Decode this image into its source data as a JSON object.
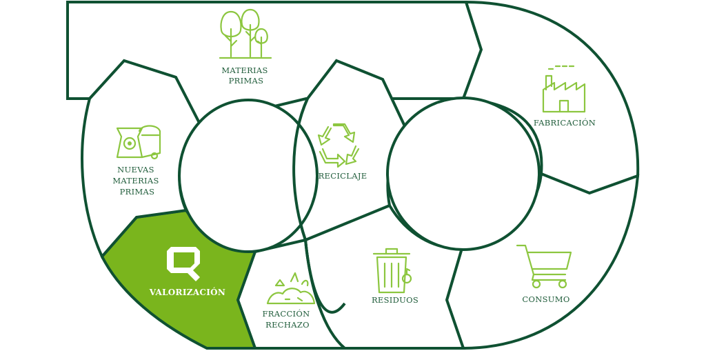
{
  "colors": {
    "outline": "#0f5132",
    "label": "#1f5c3a",
    "icon": "#8cc63f",
    "active_fill": "#7ab51d",
    "background": "#ffffff"
  },
  "segments": [
    {
      "id": "materias-primas",
      "lines": [
        "MATERIAS",
        "PRIMAS"
      ],
      "icon": "trees-icon",
      "active": false
    },
    {
      "id": "fabricacion",
      "lines": [
        "FABRICACIÓN"
      ],
      "icon": "factory-icon",
      "active": false
    },
    {
      "id": "consumo",
      "lines": [
        "CONSUMO"
      ],
      "icon": "shopping-cart-icon",
      "active": false
    },
    {
      "id": "residuos",
      "lines": [
        "RESIDUOS"
      ],
      "icon": "trash-bin-icon",
      "active": false
    },
    {
      "id": "reciclaje",
      "lines": [
        "RECICLAJE"
      ],
      "icon": "recycle-icon",
      "active": false
    },
    {
      "id": "fraccion-rechazo",
      "lines": [
        "FRACCIÓN",
        "RECHAZO"
      ],
      "icon": "waste-pile-icon",
      "active": false
    },
    {
      "id": "valorizacion",
      "lines": [
        "VALORIZACIÓN"
      ],
      "icon": "valorization-logo-icon",
      "active": true
    },
    {
      "id": "nuevas-materias-primas",
      "lines": [
        "NUEVAS",
        "MATERIAS",
        "PRIMAS"
      ],
      "icon": "sacks-icon",
      "active": false
    }
  ]
}
